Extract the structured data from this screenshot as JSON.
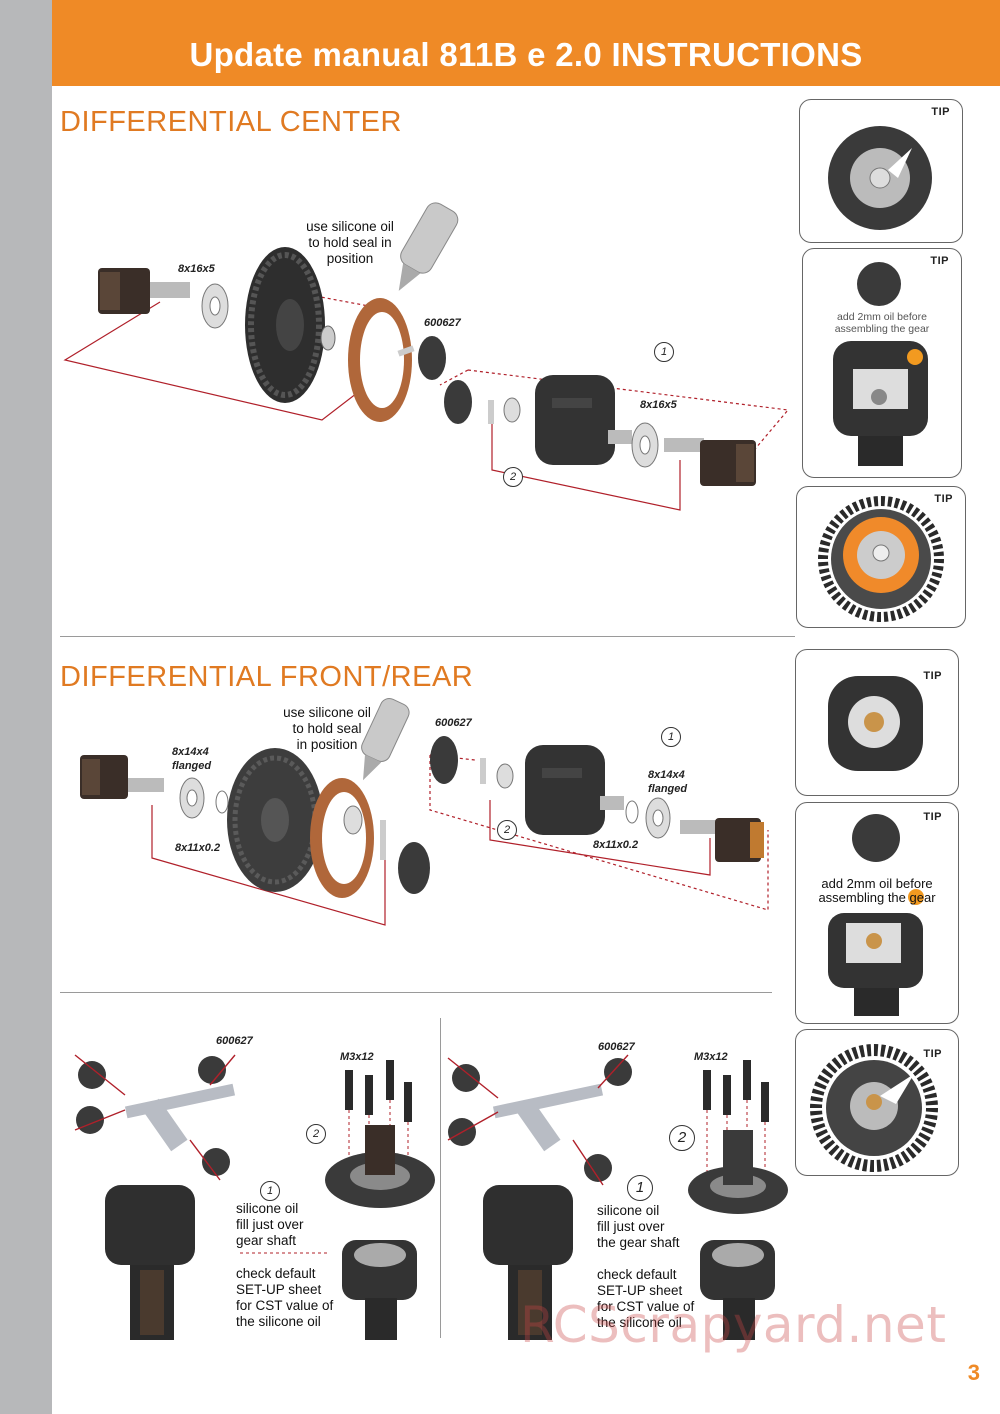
{
  "header": {
    "title": "Update manual 811B e 2.0 INSTRUCTIONS"
  },
  "sections": {
    "center": {
      "title": "DIFFERENTIAL  CENTER"
    },
    "front_rear": {
      "title": "DIFFERENTIAL  FRONT/REAR"
    }
  },
  "center_diagram": {
    "note": [
      "use silicone oil",
      "to hold seal in",
      "position"
    ],
    "labels": {
      "bearing_left": "8x16x5",
      "gear_part": "600627",
      "bearing_right": "8x16x5"
    },
    "steps": [
      "1",
      "2"
    ]
  },
  "front_rear_diagram": {
    "note": [
      "use silicone oil",
      "to hold seal",
      "in position"
    ],
    "labels": {
      "bearing_left": [
        "8x14x4",
        "flanged"
      ],
      "shim_left": "8x11x0.2",
      "gear_part": "600627",
      "bearing_right": [
        "8x14x4",
        "flanged"
      ],
      "shim_right": "8x11x0.2"
    },
    "steps": [
      "1",
      "2"
    ]
  },
  "bottom_left": {
    "gear_part": "600627",
    "screw": "M3x12",
    "steps": [
      "1",
      "2"
    ],
    "note1": [
      "silicone oil",
      "fill just over",
      "gear shaft"
    ],
    "note2": [
      "check default",
      "SET-UP sheet",
      "for CST value of",
      "the silicone oil"
    ]
  },
  "bottom_right": {
    "gear_part": "600627",
    "screw": "M3x12",
    "steps": [
      "1",
      "2"
    ],
    "note1": [
      "silicone oil",
      "fill just over",
      "the gear shaft"
    ],
    "note2": [
      "check default",
      "SET-UP sheet",
      "for CST value of",
      "the silicone oil"
    ]
  },
  "tips": {
    "label": "TIP",
    "tip2_note": [
      "add 2mm oil before",
      "assembling the gear"
    ],
    "tip5_note": [
      "add 2mm oil before",
      "assembling the gear"
    ]
  },
  "watermark": "RCScrapyard.net",
  "page_number": "3",
  "colors": {
    "accent": "#ef8a26",
    "sidebar": "#b7b8ba",
    "guide_line": "#b0202a",
    "gasket": "#b0673a"
  }
}
